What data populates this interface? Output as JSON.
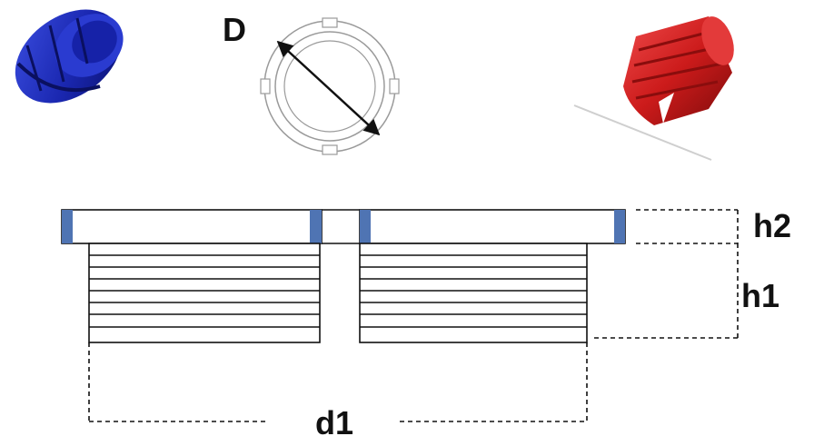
{
  "labels": {
    "diameter": "D",
    "flange_height": "h2",
    "thread_height": "h1",
    "thread_diameter": "d1"
  },
  "colors": {
    "blue_plug": "#1f2fb8",
    "red_plug": "#cf1f1f",
    "flange_marker": "#4f74b3",
    "line": "#111111"
  },
  "images": {
    "left": "blue-plug-photo",
    "top_center": "plug-top-view-outline",
    "right": "red-plug-photo"
  }
}
